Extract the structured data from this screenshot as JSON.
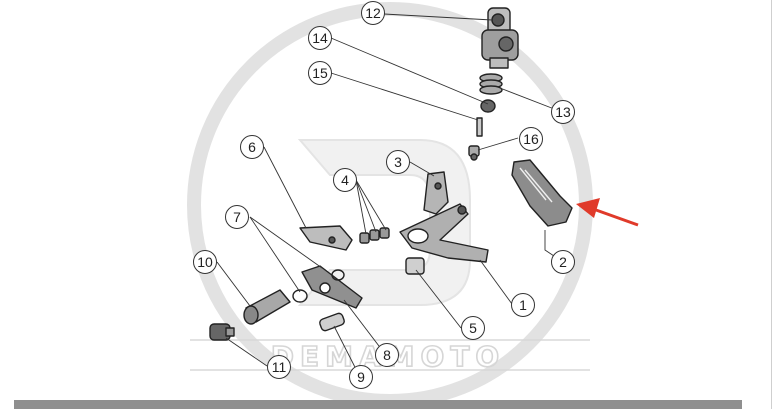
{
  "diagram": {
    "watermark_text": "DEMAMOTO",
    "arrow_color": "#e03a2a",
    "parts": [
      {
        "id": "12",
        "label": "12"
      },
      {
        "id": "14",
        "label": "14"
      },
      {
        "id": "15",
        "label": "15"
      },
      {
        "id": "13",
        "label": "13"
      },
      {
        "id": "16",
        "label": "16"
      },
      {
        "id": "6",
        "label": "6"
      },
      {
        "id": "3",
        "label": "3"
      },
      {
        "id": "4",
        "label": "4"
      },
      {
        "id": "7",
        "label": "7"
      },
      {
        "id": "10",
        "label": "10"
      },
      {
        "id": "2",
        "label": "2"
      },
      {
        "id": "1",
        "label": "1"
      },
      {
        "id": "5",
        "label": "5"
      },
      {
        "id": "8",
        "label": "8"
      },
      {
        "id": "11",
        "label": "11"
      },
      {
        "id": "9",
        "label": "9"
      }
    ]
  }
}
